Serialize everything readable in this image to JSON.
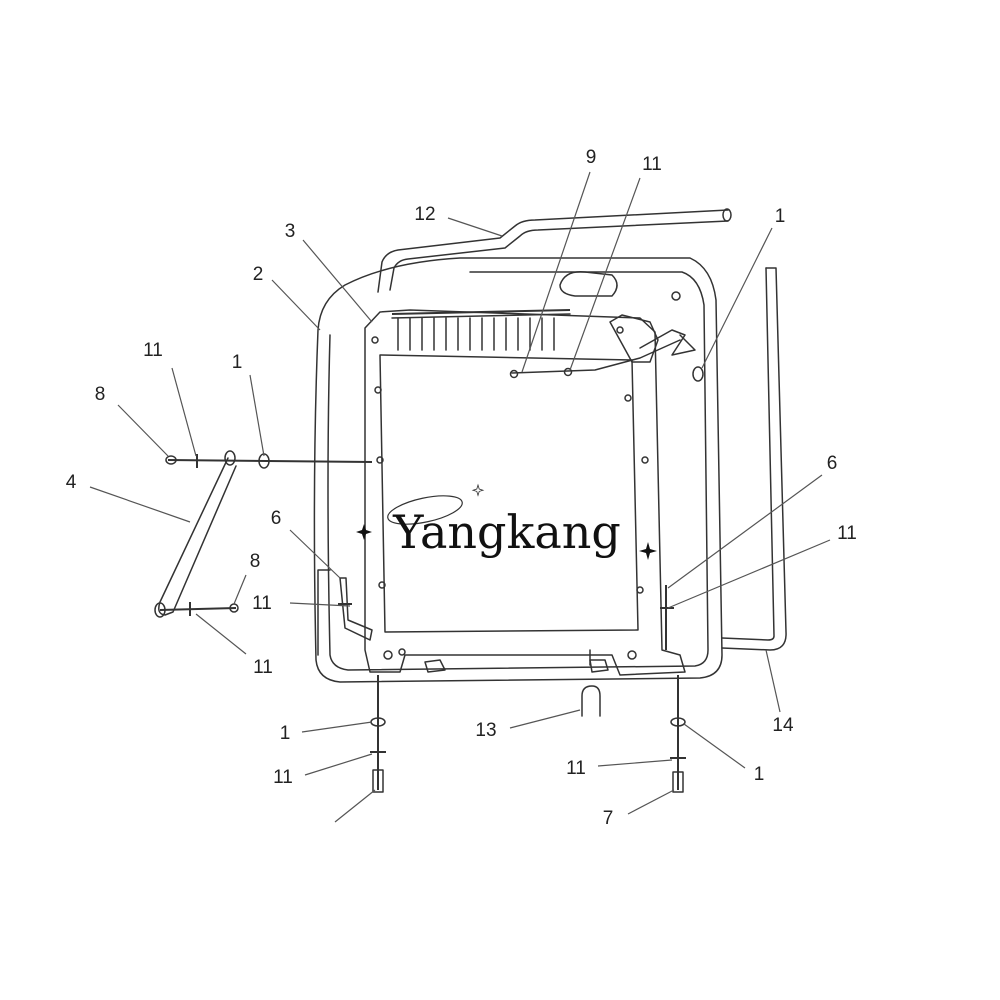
{
  "callouts": [
    {
      "id": "c9",
      "label": "9"
    },
    {
      "id": "c11a",
      "label": "11"
    },
    {
      "id": "c12",
      "label": "12"
    },
    {
      "id": "c1a",
      "label": "1"
    },
    {
      "id": "c3",
      "label": "3"
    },
    {
      "id": "c2",
      "label": "2"
    },
    {
      "id": "c11b",
      "label": "11"
    },
    {
      "id": "c1b",
      "label": "1"
    },
    {
      "id": "c8a",
      "label": "8"
    },
    {
      "id": "c4",
      "label": "4"
    },
    {
      "id": "c6a",
      "label": "6"
    },
    {
      "id": "c6b",
      "label": "6"
    },
    {
      "id": "c11c",
      "label": "11"
    },
    {
      "id": "c8b",
      "label": "8"
    },
    {
      "id": "c11d",
      "label": "11"
    },
    {
      "id": "c11e",
      "label": "11"
    },
    {
      "id": "c1c",
      "label": "1"
    },
    {
      "id": "c13",
      "label": "13"
    },
    {
      "id": "c14",
      "label": "14"
    },
    {
      "id": "c11f",
      "label": "11"
    },
    {
      "id": "c11g",
      "label": "11"
    },
    {
      "id": "c1d",
      "label": "1"
    },
    {
      "id": "c7",
      "label": "7"
    }
  ],
  "watermark": {
    "text": "Yangkang",
    "color": "#111111"
  },
  "colors": {
    "line": "#333333",
    "background": "#ffffff"
  }
}
